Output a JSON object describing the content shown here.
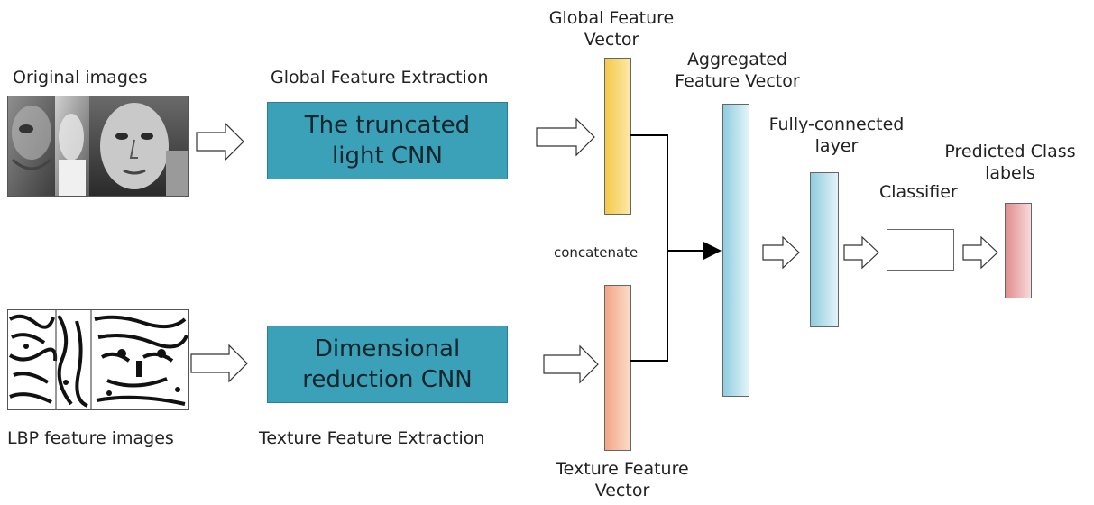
{
  "labels": {
    "original_images": "Original images",
    "lbp_feature_images": "LBP feature images",
    "global_feature_extraction": "Global Feature Extraction",
    "texture_feature_extraction": "Texture Feature Extraction",
    "global_feature_vector_line1": "Global Feature",
    "global_feature_vector_line2": "Vector",
    "texture_feature_vector_line1": "Texture Feature",
    "texture_feature_vector_line2": "Vector",
    "aggregated_line1": "Aggregated",
    "aggregated_line2": "Feature Vector",
    "fully_connected_line1": "Fully-connected",
    "fully_connected_line2": "layer",
    "classifier": "Classifier",
    "predicted_line1": "Predicted Class",
    "predicted_line2": "labels",
    "concatenate": "concatenate"
  },
  "blocks": {
    "truncated_cnn_line1": "The truncated",
    "truncated_cnn_line2": "light CNN",
    "dimreduction_cnn_line1": "Dimensional",
    "dimreduction_cnn_line2": "reduction CNN"
  },
  "colors": {
    "cnn_block": "#3aa1b8",
    "global_vector": "#f7d670",
    "texture_vector": "#f4b99c",
    "aggregated_vector": "#a9d8e6",
    "fc_vector": "#a9d8e6",
    "predicted_vector": "#e8a6a6"
  }
}
